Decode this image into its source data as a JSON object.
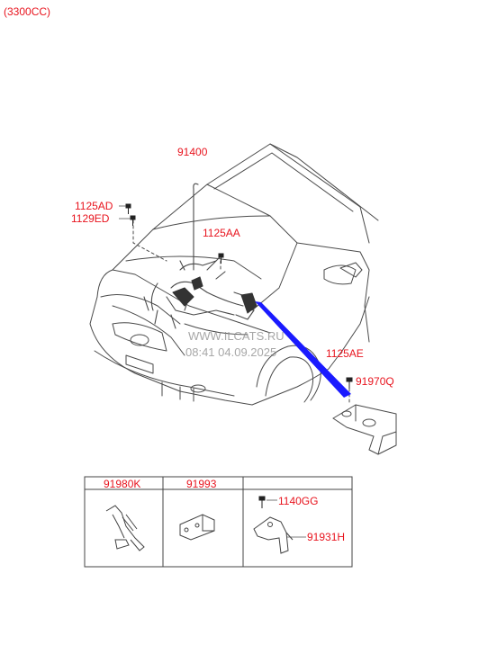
{
  "header": {
    "engine": "(3300CC)"
  },
  "callouts": {
    "harness": "91400",
    "bolt_1125AD": "1125AD",
    "bolt_1129ED": "1129ED",
    "bolt_1125AA": "1125AA",
    "bolt_1125AE": "1125AE",
    "cover_91970Q": "91970Q"
  },
  "watermark": {
    "site": "WWW.ILCATS.RU",
    "stamp": "08:41 04.09.2025"
  },
  "parts_table": {
    "headers": [
      "91980K",
      "91993",
      ""
    ],
    "cell3_labels": {
      "bolt": "1140GG",
      "bracket": "91931H"
    }
  },
  "colors": {
    "callout": "#e8141e",
    "line": "#4a4a4a",
    "harness_highlight": "#1a1aff"
  }
}
